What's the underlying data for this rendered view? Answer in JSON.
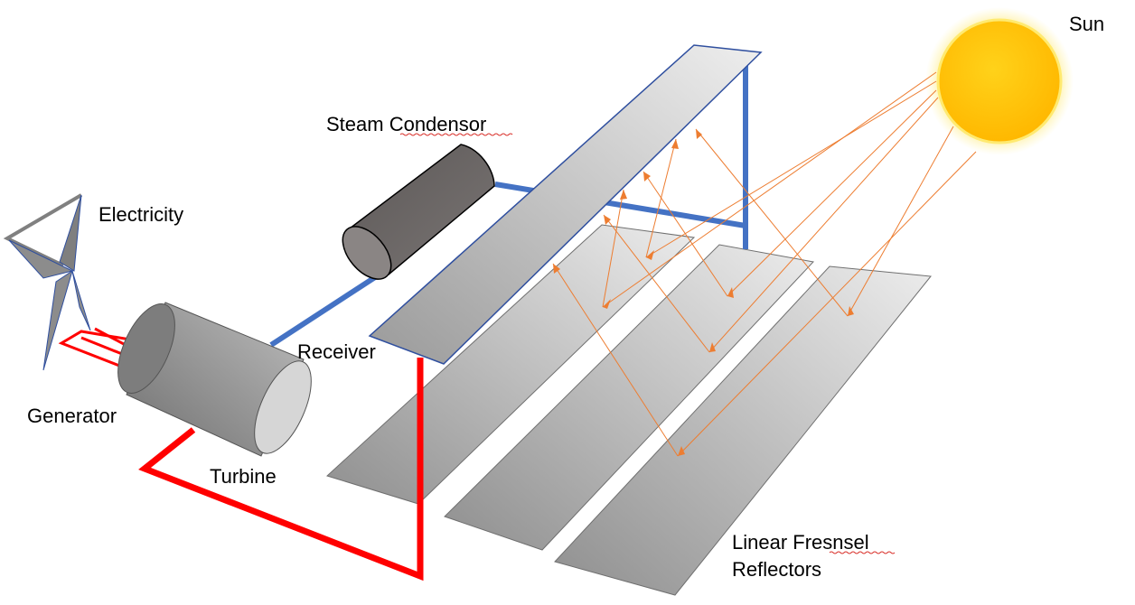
{
  "labels": {
    "sun": "Sun",
    "steam_condensor": "Steam Condensor",
    "electricity": "Electricity",
    "receiver": "Receiver",
    "generator": "Generator",
    "turbine": "Turbine",
    "reflectors_line1": "Linear Fresnsel",
    "reflectors_line2": "Reflectors"
  },
  "colors": {
    "hot_pipe": "#ff0000",
    "cold_pipe": "#4472c4",
    "light_ray": "#ed7d31",
    "sun_core": "#ffc000",
    "condensor": "#6b6665",
    "turbine": "#8c8c8c",
    "pylon": "#808080"
  }
}
